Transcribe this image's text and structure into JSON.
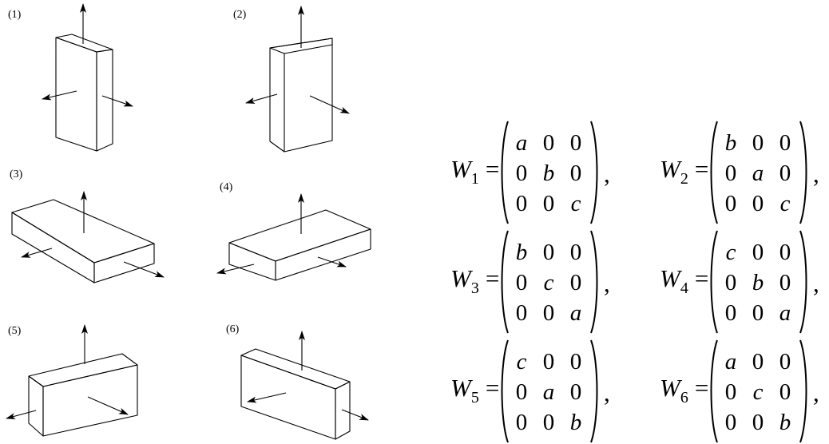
{
  "panels": [
    {
      "label": "(1)"
    },
    {
      "label": "(2)"
    },
    {
      "label": "(3)"
    },
    {
      "label": "(4)"
    },
    {
      "label": "(5)"
    },
    {
      "label": "(6)"
    }
  ],
  "matrices": [
    {
      "name": "W",
      "index": "1",
      "eq": "=",
      "entries": [
        "a",
        "0",
        "0",
        "0",
        "b",
        "0",
        "0",
        "0",
        "c"
      ],
      "comma": ","
    },
    {
      "name": "W",
      "index": "2",
      "eq": "=",
      "entries": [
        "b",
        "0",
        "0",
        "0",
        "a",
        "0",
        "0",
        "0",
        "c"
      ],
      "comma": ","
    },
    {
      "name": "W",
      "index": "3",
      "eq": "=",
      "entries": [
        "b",
        "0",
        "0",
        "0",
        "c",
        "0",
        "0",
        "0",
        "a"
      ],
      "comma": ","
    },
    {
      "name": "W",
      "index": "4",
      "eq": "=",
      "entries": [
        "c",
        "0",
        "0",
        "0",
        "b",
        "0",
        "0",
        "0",
        "a"
      ],
      "comma": ","
    },
    {
      "name": "W",
      "index": "5",
      "eq": "=",
      "entries": [
        "c",
        "0",
        "0",
        "0",
        "a",
        "0",
        "0",
        "0",
        "b"
      ],
      "comma": ","
    },
    {
      "name": "W",
      "index": "6",
      "eq": "=",
      "entries": [
        "a",
        "0",
        "0",
        "0",
        "c",
        "0",
        "0",
        "0",
        "b"
      ],
      "comma": ","
    }
  ]
}
